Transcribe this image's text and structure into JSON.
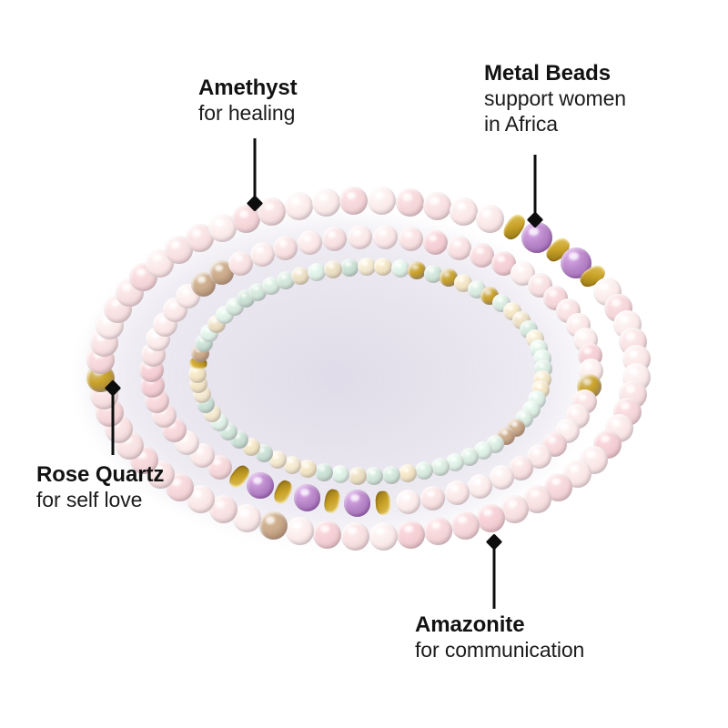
{
  "background_color": "#ffffff",
  "product": {
    "name": "Beaded gemstone bracelet stack",
    "strand_count": 3
  },
  "callouts": [
    {
      "id": "amethyst",
      "title": "Amethyst",
      "subtitle": "for healing",
      "align": "left",
      "pointer_direction": "down",
      "target": "amethyst-beads"
    },
    {
      "id": "metal-beads",
      "title": "Metal Beads",
      "subtitle_line1": "support women",
      "subtitle_line2": "in Africa",
      "align": "left",
      "pointer_direction": "down",
      "target": "gold-spacer-beads"
    },
    {
      "id": "rose-quartz",
      "title": "Rose Quartz",
      "subtitle": "for self love",
      "align": "left",
      "pointer_direction": "up",
      "target": "rose-quartz-beads"
    },
    {
      "id": "amazonite",
      "title": "Amazonite",
      "subtitle": "for communication",
      "align": "left",
      "pointer_direction": "up",
      "target": "amazonite-beads"
    }
  ],
  "colors": {
    "text": "#121212",
    "pointer": "#0d0d0d",
    "amethyst": "#b887c8",
    "amethyst_dark": "#9b5fb4",
    "rose_quartz": "#f7dfe0",
    "rose_quartz_deep": "#f2cdd2",
    "amazonite_mint": "#cfe3d8",
    "amazonite_cream": "#efe2c2",
    "amazonite_tan": "#c9a98a",
    "amazonite_brown": "#9c7a5c",
    "gold": "#c9a227",
    "gold_light": "#e3c766",
    "bronze": "#8a7560",
    "shadow": "#cec7db"
  },
  "bead_types": [
    {
      "name": "Rose Quartz",
      "color": "#f7dfe0"
    },
    {
      "name": "Amazonite",
      "color": "#cfe3d8"
    },
    {
      "name": "Amethyst",
      "color": "#b887c8"
    },
    {
      "name": "Metal Beads",
      "color": "#c9a227"
    }
  ]
}
